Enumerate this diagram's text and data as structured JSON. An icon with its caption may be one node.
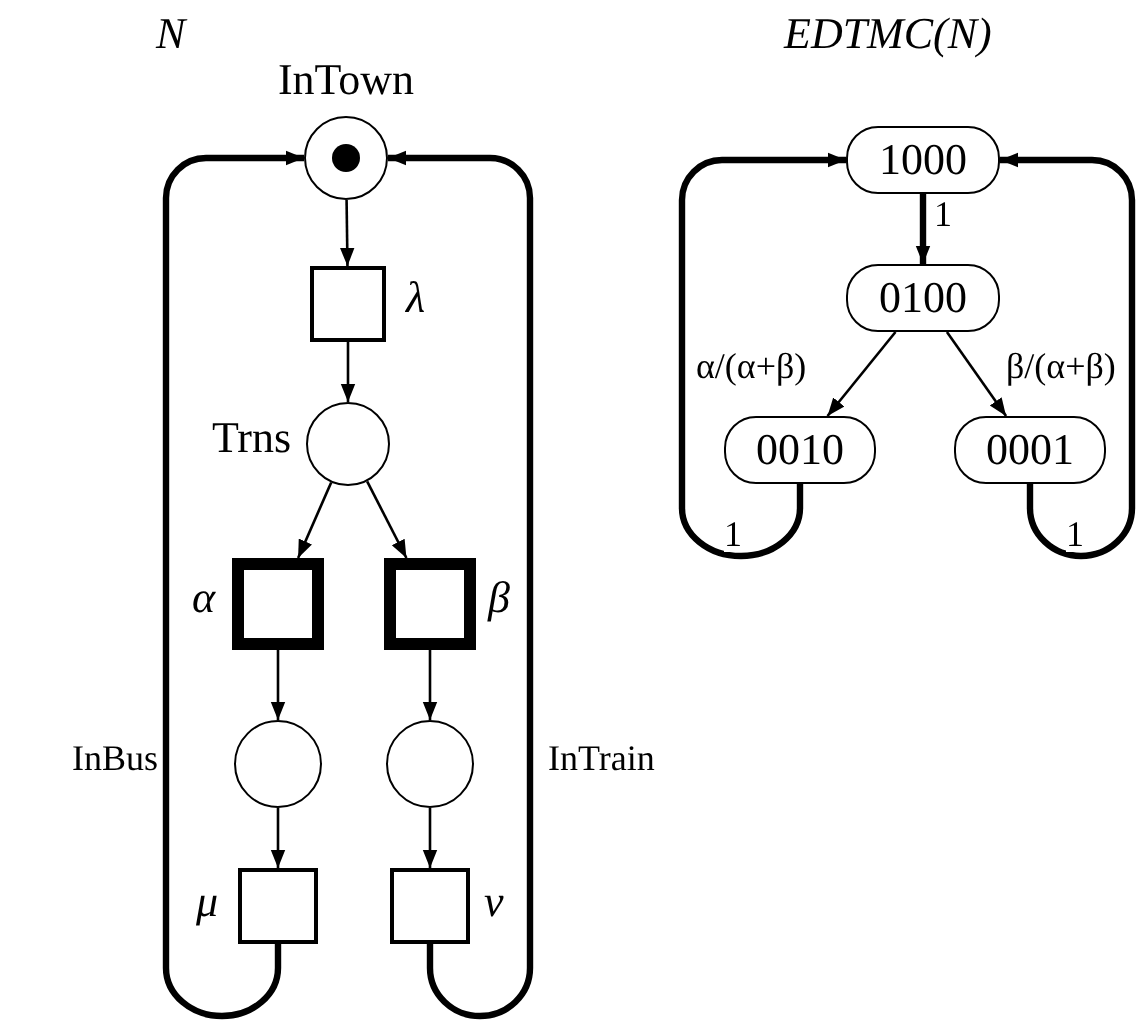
{
  "diagram": {
    "nodes": [
      {
        "text": [
          "InTown"
        ]
      },
      {
        "text": [],
        "shape": "box",
        "beside": [
          "λ"
        ]
      },
      {
        "text": [],
        "shape": "circle",
        "beside": [
          "Trns"
        ]
      },
      {
        "text": [],
        "shape": "box",
        "beside": [
          "α"
        ]
      },
      {
        "text": [],
        "shape": "box",
        "beside": [
          "β"
        ]
      },
      {
        "text": [],
        "shape": "circle"
      },
      {
        "text": [],
        "shape": "circle"
      },
      {
        "text": [],
        "shape": "box",
        "beside": [
          "μ"
        ]
      },
      {
        "text": [],
        "shape": "box",
        "beside": [
          "ν"
        ]
      },
      {
        "text": [
          "1000"
        ]
      },
      {
        "text": [
          "0100"
        ]
      },
      {
        "text": [
          "0010"
        ]
      },
      {
        "text": [
          "0001"
        ]
      }
    ],
    "edges": [
      {
        "from": 0,
        "to": 1,
        "arrow": "to"
      },
      {
        "from": 1,
        "to": 2,
        "arrow": "to"
      },
      {
        "from": 2,
        "to": 3,
        "arrow": "to"
      },
      {
        "from": 2,
        "to": 4,
        "arrow": "to"
      },
      {
        "from": 3,
        "to": 5,
        "arrow": "to"
      },
      {
        "from": 4,
        "to": 6,
        "arrow": "to"
      },
      {
        "from": 5,
        "to": 7,
        "arrow": "to"
      },
      {
        "from": 6,
        "to": 8,
        "arrow": "to"
      },
      {
        "from": 7,
        "to": 0,
        "arrow": "to",
        "label": "InBus",
        "style": "thick"
      },
      {
        "from": 8,
        "to": 0,
        "arrow": "to",
        "label": "InTrain",
        "style": "thick"
      },
      {
        "from": 9,
        "to": 10,
        "arrow": "to",
        "label": "1",
        "style": "thick"
      },
      {
        "from": 10,
        "to": 11,
        "arrow": "to",
        "label": "α/(α+β)"
      },
      {
        "from": 10,
        "to": 12,
        "arrow": "to",
        "label": "β/(α+β)"
      },
      {
        "from": 11,
        "to": 9,
        "arrow": "to",
        "label": "1",
        "style": "thick"
      },
      {
        "from": 12,
        "to": 9,
        "arrow": "to",
        "label": "1",
        "style": "thick"
      }
    ],
    "labels": [
      "N",
      "EDTMC(N)"
    ]
  }
}
